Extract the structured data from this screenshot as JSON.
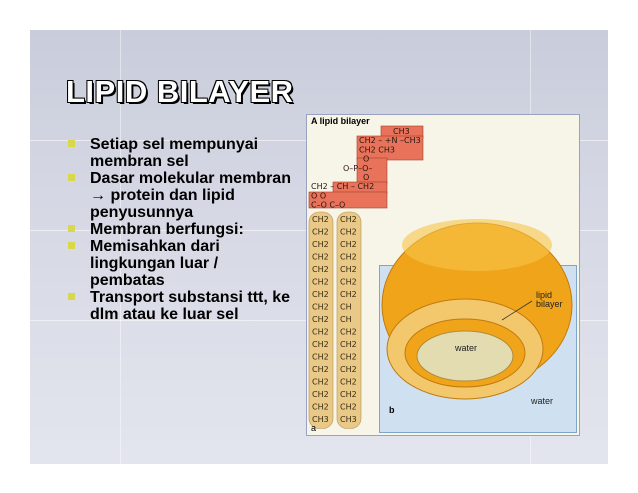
{
  "slide": {
    "title": "LIPID BILAYER",
    "bullets": [
      "Setiap sel mempunyai membran sel",
      "Dasar molekular membran → protein dan lipid penyusunnya",
      "Membran berfungsi:",
      "Memisahkan dari lingkungan luar / pembatas",
      "Transport substansi ttt, ke dlm atau ke luar sel"
    ]
  },
  "figure": {
    "title": "A lipid bilayer",
    "panel_a_label": "a",
    "panel_b_label": "b",
    "lipid_bilayer_label": "lipid bilayer",
    "water_inner": "water",
    "water_outer": "water",
    "head_rows": [
      "CH3",
      "CH2 – +N –CH3",
      "CH2    CH3",
      "O",
      "O–P–O–",
      "O",
      "CH2 – CH – CH2",
      "O       O",
      "C–O  C–O"
    ],
    "tail_left": [
      "CH2",
      "CH2",
      "CH2",
      "CH2",
      "CH2",
      "CH2",
      "CH2",
      "CH2",
      "CH2",
      "CH2",
      "CH2",
      "CH2",
      "CH2",
      "CH2",
      "CH2",
      "CH2",
      "CH3"
    ],
    "tail_right": [
      "CH2",
      "CH2",
      "CH2",
      "CH2",
      "CH2",
      "CH2",
      "CH2",
      "CH",
      "CH",
      "CH2",
      "CH2",
      "CH2",
      "CH2",
      "CH2",
      "CH2",
      "CH2",
      "CH3"
    ],
    "colors": {
      "head": "#e8735a",
      "tail": "#e9c987",
      "vesicle": "#f0a41a",
      "water_bg": "#cfe1f0"
    }
  }
}
